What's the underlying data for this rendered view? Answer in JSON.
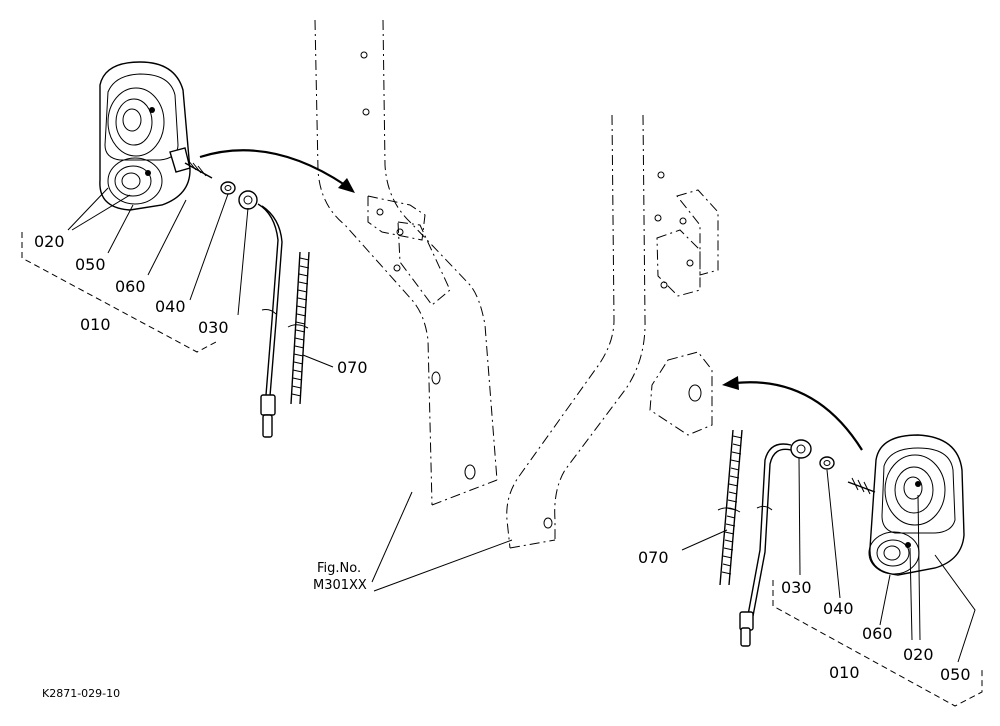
{
  "labels": {
    "left": {
      "p020": "020",
      "p050": "050",
      "p060": "060",
      "p040": "040",
      "p030": "030",
      "p010": "010",
      "p070": "070"
    },
    "right": {
      "p070": "070",
      "p030": "030",
      "p040": "040",
      "p060": "060",
      "p020": "020",
      "p050": "050",
      "p010": "010"
    }
  },
  "figure": {
    "line1": "Fig.No.",
    "line2": "M301XX"
  },
  "footer_code": "K2871-029-10"
}
